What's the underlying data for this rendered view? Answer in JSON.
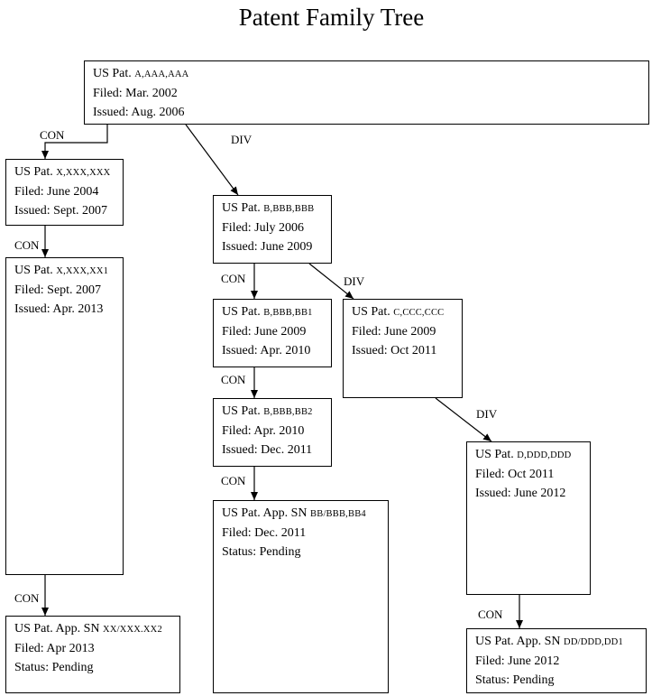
{
  "title": "Patent Family Tree",
  "nodes": {
    "a": {
      "prefix": "US Pat.",
      "number": "A,AAA,AAA",
      "line2": "Filed: Mar. 2002",
      "line3": "Issued: Aug. 2006"
    },
    "x": {
      "prefix": "US Pat.",
      "number": "X,XXX,XXX",
      "line2": "Filed: June 2004",
      "line3": "Issued: Sept. 2007"
    },
    "x1": {
      "prefix": "US Pat.",
      "number": "X,XXX,XX1",
      "line2": "Filed: Sept. 2007",
      "line3": "Issued: Apr. 2013"
    },
    "x2": {
      "prefix": "US Pat. App. SN",
      "number": "XX/XXX.XX2",
      "line2": "Filed: Apr 2013",
      "line3": "Status: Pending"
    },
    "b": {
      "prefix": "US Pat.",
      "number": "B,BBB,BBB",
      "line2": "Filed: July 2006",
      "line3": "Issued: June 2009"
    },
    "b1": {
      "prefix": "US Pat.",
      "number": "B,BBB,BB1",
      "line2": "Filed: June 2009",
      "line3": "Issued: Apr. 2010"
    },
    "b2": {
      "prefix": "US Pat.",
      "number": "B,BBB,BB2",
      "line2": "Filed: Apr. 2010",
      "line3": "Issued: Dec. 2011"
    },
    "b4": {
      "prefix": "US Pat. App. SN",
      "number": "BB/BBB,BB4",
      "line2": "Filed: Dec. 2011",
      "line3": "Status: Pending"
    },
    "c": {
      "prefix": "US Pat.",
      "number": "C,CCC,CCC",
      "line2": "Filed: June 2009",
      "line3": "Issued: Oct 2011"
    },
    "d": {
      "prefix": "US Pat.",
      "number": "D,DDD,DDD",
      "line2": "Filed: Oct 2011",
      "line3": "Issued: June 2012"
    },
    "d1": {
      "prefix": "US Pat. App. SN",
      "number": "DD/DDD,DD1",
      "line2": "Filed: June 2012",
      "line3": "Status: Pending"
    }
  },
  "edges": {
    "a_x": {
      "label": "CON"
    },
    "a_b": {
      "label": "DIV"
    },
    "x_x1": {
      "label": "CON"
    },
    "x1_x2": {
      "label": "CON"
    },
    "b_b1": {
      "label": "CON"
    },
    "b_c": {
      "label": "DIV"
    },
    "b1_b2": {
      "label": "CON"
    },
    "b2_b4": {
      "label": "CON"
    },
    "c_d": {
      "label": "DIV"
    },
    "d_d1": {
      "label": "CON"
    }
  }
}
